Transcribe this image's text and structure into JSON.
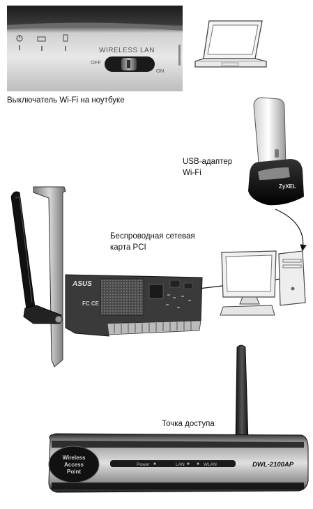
{
  "captions": {
    "laptop_switch": "Выключатель Wi-Fi на ноутбуке",
    "usb_adapter_line1": "USB-адаптер",
    "usb_adapter_line2": "Wi-Fi",
    "pci_card_line1": "Беспроводная сетевая",
    "pci_card_line2": "карта PCI",
    "access_point": "Точка доступа"
  },
  "switch_panel": {
    "label": "WIRELESS LAN",
    "off": "OFF",
    "on": "ON"
  },
  "usb_adapter": {
    "brand": "ZyXEL"
  },
  "pci_card": {
    "brand": "ASUS"
  },
  "router": {
    "badge_line1": "Wireless",
    "badge_line2": "Access",
    "badge_line3": "Point",
    "led_power": "Power",
    "led_lan": "LAN",
    "led_wlan": "WLAN",
    "model": "DWL-2100AP"
  },
  "colors": {
    "metal_light": "#e6e6e6",
    "metal_dark": "#8a8a8a",
    "pcb_dark": "#2b2b2b",
    "router_body": "#1a1a1a"
  }
}
